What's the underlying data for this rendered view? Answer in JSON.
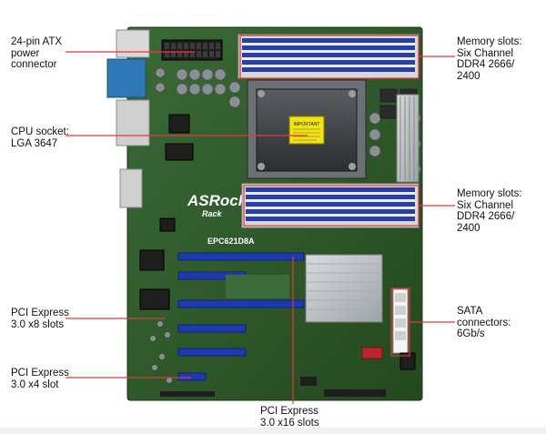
{
  "board": {
    "model_label": "EPC621D8A",
    "brand_logo": "ASRock",
    "brand_sub": "Rack",
    "cpu_sticker": "IMPORTANT"
  },
  "labels": {
    "atx_power": "24-pin ATX\npower\nconnector",
    "cpu_socket": "CPU socket:\nLGA 3647",
    "pcie_x8": "PCI Express\n3.0 x8 slots",
    "pcie_x4": "PCI Express\n3.0 x4 slot",
    "memory_top": "Memory slots:\nSix Channel\nDDR4 2666/\n2400",
    "memory_bottom": "Memory slots:\nSix Channel\nDDR4 2666/\n2400",
    "sata": "SATA\nconnectors:\n6Gb/s",
    "pcie_x16": "PCI Express\n3.0 x16 slots"
  },
  "colors": {
    "pcb": "#2e5a2c",
    "dimm_blue": "#2740a8",
    "pcie_blue": "#1c3bb3",
    "callout_red": "#e3383a",
    "heatsink": "#bfc3c8"
  }
}
